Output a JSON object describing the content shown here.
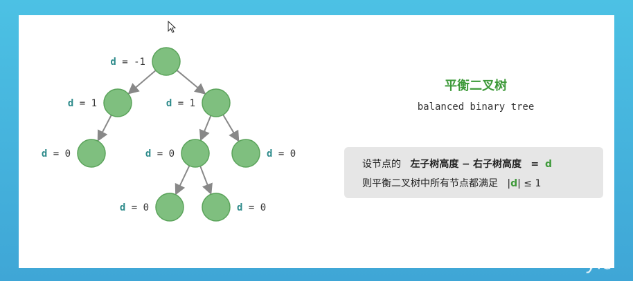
{
  "tree": {
    "nodes": [
      {
        "id": "root",
        "label_d": "d = -1",
        "label_side": "left"
      },
      {
        "id": "l",
        "label_d": "d = 1",
        "label_side": "left"
      },
      {
        "id": "r",
        "label_d": "d = 1",
        "label_side": "left"
      },
      {
        "id": "ll",
        "label_d": "d = 0",
        "label_side": "left"
      },
      {
        "id": "rl",
        "label_d": "d = 0",
        "label_side": "left"
      },
      {
        "id": "rr",
        "label_d": "d = 0",
        "label_side": "right"
      },
      {
        "id": "rll",
        "label_d": "d = 0",
        "label_side": "left"
      },
      {
        "id": "rlr",
        "label_d": "d = 0",
        "label_side": "right"
      }
    ],
    "edges": [
      [
        "root",
        "l"
      ],
      [
        "root",
        "r"
      ],
      [
        "l",
        "ll"
      ],
      [
        "r",
        "rl"
      ],
      [
        "r",
        "rr"
      ],
      [
        "rl",
        "rll"
      ],
      [
        "rl",
        "rlr"
      ]
    ],
    "node_color": "#7fbf7f",
    "node_stroke": "#5aa35a",
    "d_color": "#2e8b8b",
    "edge_color": "#888888"
  },
  "title": "平衡二叉树",
  "subtitle": "balanced binary tree",
  "definition": {
    "prefix": "设节点的",
    "left_height": "左子树高度",
    "minus": "−",
    "right_height": "右子树高度",
    "equals": "=",
    "var": "d",
    "line2_text": "则平衡二叉树中所有节点都满足",
    "abs_open": "|",
    "abs_var": "d",
    "abs_close": "|",
    "condition": "≤ 1"
  },
  "logo_text": "ylc"
}
